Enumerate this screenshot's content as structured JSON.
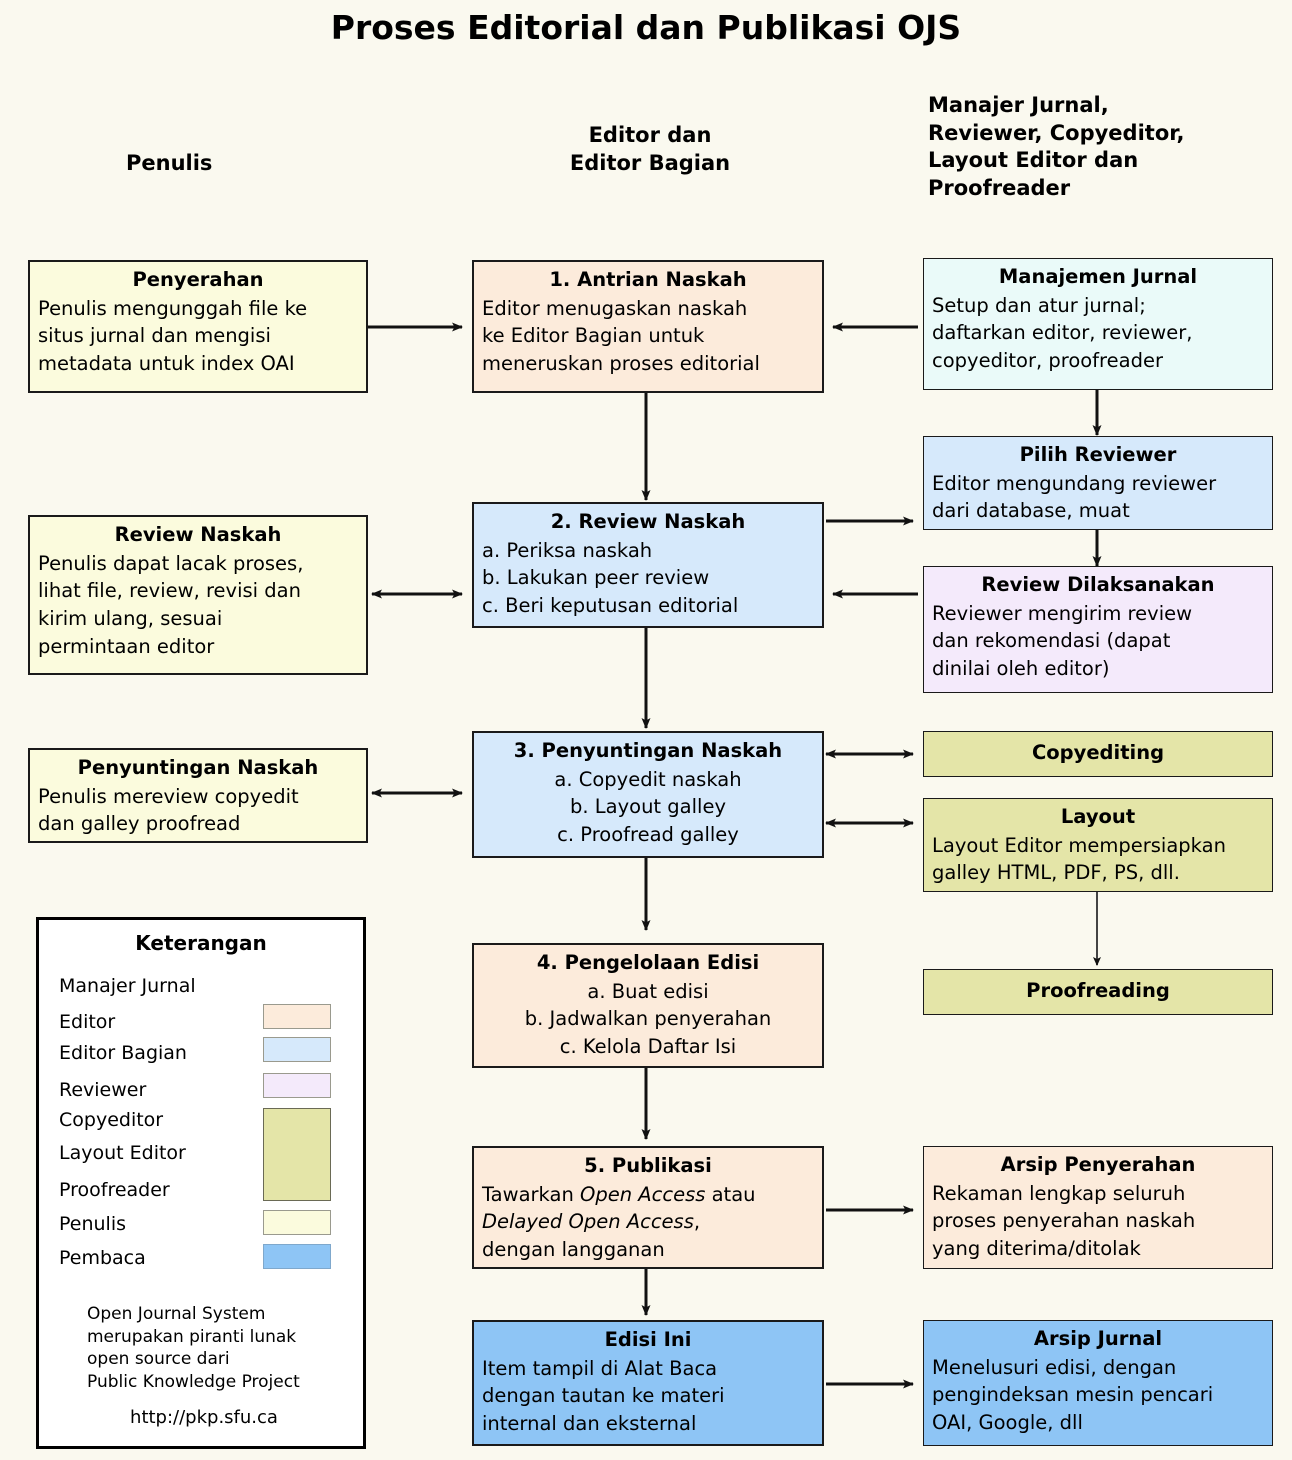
{
  "title": "Proses Editorial dan Publikasi OJS",
  "column_headers": [
    {
      "name": "penulis",
      "text": "Penulis"
    },
    {
      "name": "editor",
      "lines": [
        "Editor dan",
        "Editor Bagian"
      ]
    },
    {
      "name": "others",
      "lines": [
        "Manajer Jurnal,",
        "Reviewer, Copyeditor,",
        "Layout Editor dan",
        "Proofreader"
      ]
    }
  ],
  "boxes": {
    "penyerahan": {
      "title": "Penyerahan",
      "lines": [
        "Penulis mengunggah file ke",
        "situs jurnal dan mengisi",
        "metadata untuk index OAI"
      ],
      "role": "Penulis",
      "color": "#fbfbdd"
    },
    "antrian_naskah": {
      "title": "1. Antrian Naskah",
      "lines": [
        "Editor menugaskan naskah",
        "ke Editor Bagian untuk",
        "meneruskan proses editorial"
      ],
      "role": "Editor",
      "color": "#fcebdb"
    },
    "manajemen_jurnal": {
      "title": "Manajemen Jurnal",
      "lines": [
        "Setup dan atur jurnal;",
        "daftarkan editor, reviewer,",
        "copyeditor, proofreader"
      ],
      "role": "Manajer Jurnal",
      "color": "#eafaf9"
    },
    "pilih_reviewer": {
      "title": "Pilih Reviewer",
      "lines": [
        "Editor mengundang reviewer",
        "dari database, muat"
      ],
      "role": "Editor Bagian",
      "color": "#d6e9fb"
    },
    "review_naskah_penulis": {
      "title": "Review Naskah",
      "lines": [
        "Penulis dapat lacak proses,",
        "lihat file, review, revisi dan",
        "kirim ulang, sesuai",
        "permintaan editor"
      ],
      "role": "Penulis",
      "color": "#fbfbdd"
    },
    "review_naskah": {
      "title": "2. Review Naskah",
      "lines": [
        "a. Periksa naskah",
        "b. Lakukan peer review",
        "c. Beri keputusan editorial"
      ],
      "role": "Editor Bagian",
      "color": "#d6e9fb"
    },
    "review_dilaksanakan": {
      "title": "Review Dilaksanakan",
      "lines": [
        "Reviewer mengirim review",
        "dan rekomendasi (dapat",
        "dinilai oleh editor)"
      ],
      "role": "Reviewer",
      "color": "#f4eafb"
    },
    "penyuntingan_naskah_penulis": {
      "title": "Penyuntingan Naskah",
      "lines": [
        "Penulis mereview copyedit",
        "dan galley proofread"
      ],
      "role": "Penulis",
      "color": "#fbfbdd"
    },
    "penyuntingan_naskah": {
      "title": "3. Penyuntingan Naskah",
      "lines": [
        "a. Copyedit naskah",
        "b. Layout galley",
        "c. Proofread galley"
      ],
      "role": "Editor Bagian",
      "color": "#d6e9fb"
    },
    "copyediting": {
      "title": "Copyediting",
      "lines": [],
      "role": "Copyeditor",
      "color": "#e4e5a8"
    },
    "layout": {
      "title": "Layout",
      "lines": [
        "Layout Editor mempersiapkan",
        "galley HTML, PDF, PS, dll."
      ],
      "role": "Layout Editor",
      "color": "#e4e5a8"
    },
    "proofreading": {
      "title": "Proofreading",
      "lines": [],
      "role": "Proofreader",
      "color": "#e4e5a8"
    },
    "pengelolaan_edisi": {
      "title": "4. Pengelolaan Edisi",
      "lines": [
        "a. Buat edisi",
        "b. Jadwalkan penyerahan",
        "c. Kelola Daftar Isi"
      ],
      "role": "Editor",
      "color": "#fcebdb"
    },
    "publikasi": {
      "title": "5. Publikasi",
      "lines_rich": [
        [
          {
            "t": "Tawarkan "
          },
          {
            "t": "Open Access",
            "i": true
          },
          {
            "t": " atau"
          }
        ],
        [
          {
            "t": "Delayed Open Access",
            "i": true
          },
          {
            "t": ","
          }
        ],
        [
          {
            "t": "dengan langganan"
          }
        ]
      ],
      "role": "Editor",
      "color": "#fcebdb"
    },
    "arsip_penyerahan": {
      "title": "Arsip Penyerahan",
      "lines": [
        "Rekaman lengkap seluruh",
        "proses penyerahan naskah",
        "yang diterima/ditolak"
      ],
      "role": "Editor",
      "color": "#fcebdb"
    },
    "edisi_ini": {
      "title": "Edisi Ini",
      "lines": [
        "Item tampil di Alat Baca",
        "dengan tautan ke materi",
        "internal dan eksternal"
      ],
      "role": "Pembaca",
      "color": "#8ec5f5"
    },
    "arsip_jurnal": {
      "title": "Arsip Jurnal",
      "lines": [
        "Menelusuri edisi, dengan",
        "pengindeksan mesin pencari",
        "OAI, Google, dll"
      ],
      "role": "Pembaca",
      "color": "#8ec5f5"
    }
  },
  "legend": {
    "title": "Keterangan",
    "rows": [
      {
        "label": "Manajer Jurnal",
        "color": null
      },
      {
        "label": "Editor",
        "color": "#fcebdb"
      },
      {
        "label": "Editor Bagian",
        "color": "#d6e9fb"
      },
      {
        "label": "Reviewer",
        "color": "#f4eafb"
      },
      {
        "label": "Copyeditor",
        "color": "#e4e5a8"
      },
      {
        "label": "Layout Editor",
        "color": "#e4e5a8"
      },
      {
        "label": "Proofreader",
        "color": "#e4e5a8"
      },
      {
        "label": "Penulis",
        "color": "#fbfbdd"
      },
      {
        "label": "Pembaca",
        "color": "#8ec5f5"
      }
    ],
    "note_lines": [
      "Open Journal System",
      "merupakan piranti lunak",
      "open source dari",
      "Public Knowledge Project"
    ],
    "url": "http://pkp.sfu.ca"
  }
}
